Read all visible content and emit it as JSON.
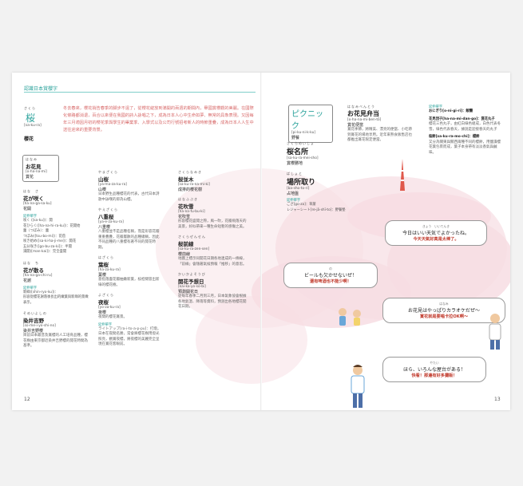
{
  "section_title": "認識日本賞櫻字",
  "main_term": {
    "furigana": "さくら",
    "kanji": "桜",
    "romaji": "[sa-ku-ra]",
    "translation": "櫻花"
  },
  "intro": "冬去春來，櫻花捎告春季的腳步不遠了，從櫻花綻放到滿開的兩週的期間內，舉國賞櫻觀的美麗。在國際化條路都消退，百合以來便在我國的詩人詠唱之下，成為日本人心中生命如夢、無常的具象表現。又因每年三月適因月初的櫻花季與學生的畢業季、入學式以及公司行號招考新人的時節重疊，成為日本人人生中送往迎來的重要背景。",
  "ohanami": {
    "furigana": "はなみ",
    "jp": "お花見",
    "romaji": "[o-ha-na-mi]",
    "tw": "賞花"
  },
  "hanagasaku": {
    "furigana": "はな　さ",
    "jp": "花が咲く",
    "romaji": "[ha-na-ga-sa-ku]",
    "tw": "花開",
    "tag": "延伸單字",
    "items": [
      "咲く ([sa-ku])：開",
      "花ひらく([ha-na-hi-ra-ku])：花開始",
      "蕾（つぼみ）：蕾",
      "つぼみ([tsu-bo-mi])：花苞",
      "咲き始め([sa-ki-ha-ji-me])：開花",
      "五分咲き([go-bu-za-ki])：半開",
      "満開([man-kai])：完全盛開"
    ]
  },
  "hanagachiru": {
    "furigana": "はな　ち",
    "jp": "花が散る",
    "romaji": "[ha-na-ga-chi-ru]",
    "tw": "花謝",
    "tag": "延伸單字",
    "items": [
      "新緑([shin-ryo-ku])：",
      "形容從櫻花謝落後長出的嫩葉與新綠的景緻表示。"
    ]
  },
  "somei": {
    "furigana": "そめいよしの",
    "jp": "染井吉野",
    "romaji": "[so-me-i-yo-shi-no]",
    "tw": "染井吉野櫻",
    "desc": "目前日本最普及賞櫻的人工培育品種，櫻花樹由東京都近染井吉野櫻的開花時間為基準。"
  },
  "col2": [
    {
      "furigana": "やまざくら",
      "jp": "山桜",
      "romaji": "[ya-ma-za-ku-ra]",
      "tw": "山櫻",
      "desc": "日本野生品種櫻花的代表，古代日本詩歌中詠嘆的即為山櫻。"
    },
    {
      "furigana": "やえざくら",
      "jp": "八重桜",
      "romaji": "[ya-e-za-ku-ra]",
      "tw": "八重櫻",
      "desc": "八重櫻並不是品種名稱，而是形容花瓣重重疊疊，花瓣層數的品種總稱，因此不同品種的八重櫻有著不同的開花時期。"
    },
    {
      "furigana": "はざくら",
      "jp": "葉桜",
      "romaji": "[ha-za-ku-ra]",
      "tw": "葉櫻",
      "desc": "意指落盡花瓣抽嫩新葉，枝椏間冒出新綠的櫻花樹。"
    },
    {
      "furigana": "よざくら",
      "jp": "夜桜",
      "romaji": "[yo-za-ku-ra]",
      "tw": "夜櫻",
      "desc": "夜間的櫻花賞景。",
      "tag": "延伸單字",
      "extra": "ライトアップ[ra-i-to-a-p-pu]：打燈。日本在夜間名勝，常會將櫻花樹用燈光照亮，觀賞夜櫻，將夜櫻的美麗完全呈現在賞花客眼前。"
    }
  ],
  "col3": [
    {
      "furigana": "さくらなみき",
      "jp": "桜並木",
      "romaji": "[sa-ku-ra-na-mi-ki]",
      "tw": "成排的櫻花樹"
    },
    {
      "furigana": "はなふぶき",
      "jp": "花吹雪",
      "romaji": "[ha-na-fu-bu-ki]",
      "tw": "花吹雪",
      "desc": "形容櫻花盛開之際，風一吹，花瓣飛落天的美景，好似帶來一種生命短暫的感傷之美。"
    },
    {
      "furigana": "さくらぜんせん",
      "jp": "桜前線",
      "romaji": "[sa-ku-ra-zen-sen]",
      "tw": "櫻前線",
      "desc": "地圖上標示同開花日期各地連成的一條線，「前線」會隨著氣候預報「推移」的意思。"
    },
    {
      "furigana": "かいかよそうび",
      "jp": "開花予想日",
      "romaji": "[kai-ka-yo-sō-bi]",
      "tw": "預測開花日",
      "desc": "從每年春季二月到三月，日本氣象協會根據各地氣溫、降雨等資料，預測出各地櫻花開花日期。"
    }
  ],
  "page_left": "12",
  "picnic": {
    "title": "ピクニック",
    "romaji": "[pi-ku-ni-k-ku]",
    "tw": "野餐"
  },
  "sakura_meisho": {
    "furigana": "さくらめいしょ",
    "jp": "桜名所",
    "romaji": "[sa-ku-ra-mei-sho]",
    "tw": "賞櫻勝地"
  },
  "bashotori": {
    "furigana": "ばしょと",
    "jp": "場所取り",
    "romaji": "[ba-sho-to-ri]",
    "tw": "占地盤",
    "tag": "延伸單字",
    "items": [
      "ござ[go-za]：草蓆",
      "レジャーシート[re-jā-shī-to]：野餐墊"
    ]
  },
  "ohanamibento": {
    "furigana": "はなみべんとう",
    "jp": "お花見弁当",
    "romaji": "[o-ha-na-mi-ben-tō]",
    "tw": "賞花便當",
    "desc": "賞花季節，將精美、漂亮的便當、小吃帶到賞花的場地享用。近年來熟食販售店也都推出賞花限定便當。"
  },
  "right_col": {
    "tag": "延伸單字",
    "items": [
      {
        "jp": "おにぎり[o-ni-gi-ri]：飯糰",
        "note": ""
      },
      {
        "jp": "花見団子[ha-na-mi-dan-go]：賞花丸子",
        "note": "櫻花三色丸子，由紅白綠色組成，白色代表冬雪，綠色代表春天，據說是迎接春天的丸子"
      },
      {
        "jp": "桜餅[sa-ku-ra-mo-chi]：櫻餅",
        "note": "又分為關東與關西兩種不同的櫻餅，用鹽漬櫻花葉包裹而成，葉子本身帶有淡淡香氣與鹹味。"
      }
    ]
  },
  "bubbles": [
    {
      "furigana": "きょう　いいてんき",
      "jp": "今日はいい天気でよかったね。",
      "tw": "今天天氣好真是太棒了。"
    },
    {
      "furigana": "の",
      "jp": "ビールも欠かせないぜ！",
      "tw": "還有啤酒也不能少啊！"
    },
    {
      "furigana": "はなみ",
      "jp": "お花見はやっぱりカラオケだぜ〜",
      "tw": "賞花就是要唱卡拉OK啊〜"
    },
    {
      "furigana": "やたい",
      "jp": "ほら、いろんな屋台がある！",
      "tw": "快看！那邊有好多攤販！"
    }
  ],
  "page_right": "13"
}
